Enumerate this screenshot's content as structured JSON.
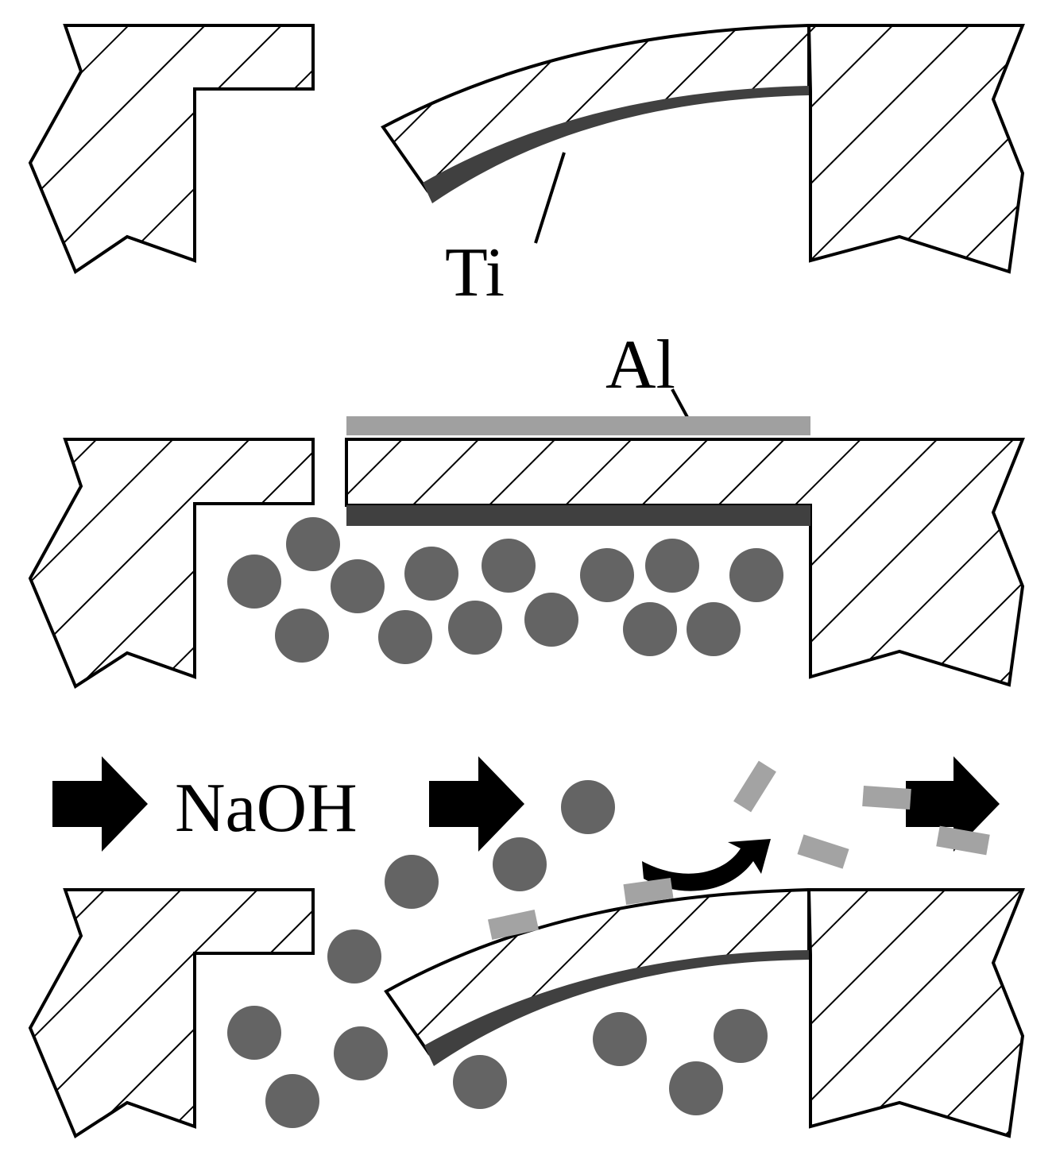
{
  "labels": {
    "ti": "Ti",
    "al": "Al",
    "reagent": "NaOH"
  },
  "colors": {
    "titanium_layer": "#404040",
    "aluminium_layer": "#a0a0a0",
    "particles": "#646464",
    "fragments": "#a3a3a3",
    "outline": "#000000"
  }
}
